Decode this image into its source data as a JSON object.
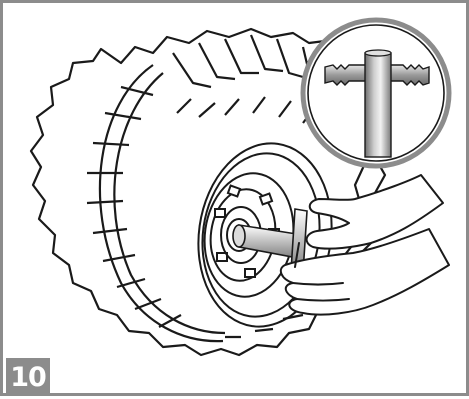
{
  "step": {
    "number": "10"
  },
  "colors": {
    "frame": "#8c8c8c",
    "line": "#1a1a1a",
    "badge_text": "#ffffff"
  },
  "illustration": {
    "subject": "wheel-with-axle-pin",
    "inset": "t-handle-pin-detail"
  }
}
